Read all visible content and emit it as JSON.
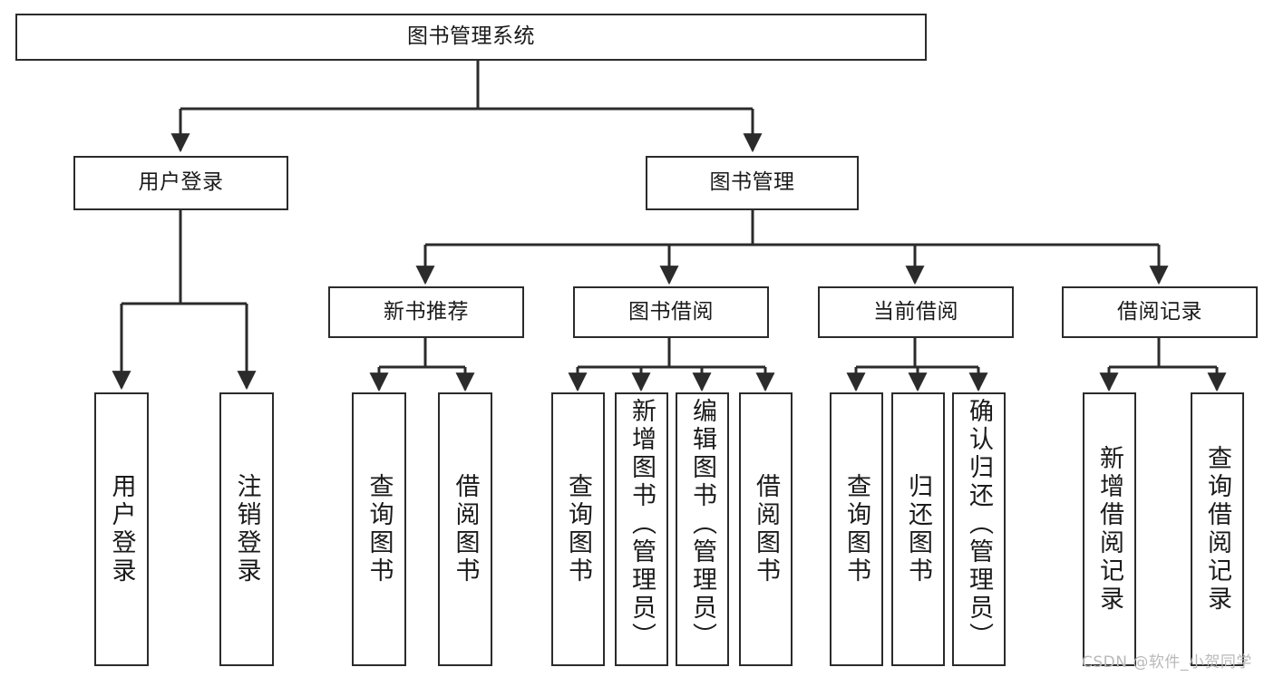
{
  "diagram": {
    "title": "图书管理系统",
    "type": "hierarchy-tree",
    "levels": 4,
    "nodes": {
      "root": {
        "label": "图书管理系统"
      },
      "level2": [
        {
          "id": "user-login",
          "label": "用户登录"
        },
        {
          "id": "book-manage",
          "label": "图书管理"
        }
      ],
      "level3": [
        {
          "id": "new-book-rec",
          "label": "新书推荐"
        },
        {
          "id": "book-borrow",
          "label": "图书借阅"
        },
        {
          "id": "current-borrow",
          "label": "当前借阅"
        },
        {
          "id": "borrow-record",
          "label": "借阅记录"
        }
      ],
      "leaves": {
        "user-login": [
          {
            "id": "leaf-user-login",
            "label": "用户登录"
          },
          {
            "id": "leaf-user-logout",
            "label": "注销登录"
          }
        ],
        "new-book-rec": [
          {
            "id": "leaf-query-book-1",
            "label": "查询图书"
          },
          {
            "id": "leaf-borrow-book-1",
            "label": "借阅图书"
          }
        ],
        "book-borrow": [
          {
            "id": "leaf-query-book-2",
            "label": "查询图书"
          },
          {
            "id": "leaf-add-book",
            "label": "新增图书（管理员）"
          },
          {
            "id": "leaf-edit-book",
            "label": "编辑图书（管理员）"
          },
          {
            "id": "leaf-borrow-book-2",
            "label": "借阅图书"
          }
        ],
        "current-borrow": [
          {
            "id": "leaf-query-book-3",
            "label": "查询图书"
          },
          {
            "id": "leaf-return-book",
            "label": "归还图书"
          },
          {
            "id": "leaf-confirm-return",
            "label": "确认归还（管理员）"
          }
        ],
        "borrow-record": [
          {
            "id": "leaf-add-record",
            "label": "新增借阅记录"
          },
          {
            "id": "leaf-query-record",
            "label": "查询借阅记录"
          }
        ]
      }
    },
    "colors": {
      "stroke": "#2b2b2b",
      "fill": "#ffffff",
      "text": "#1a1a1a",
      "watermark": "#b9b9b9"
    }
  },
  "watermark": {
    "text": "CSDN @软件_小贺同学"
  }
}
